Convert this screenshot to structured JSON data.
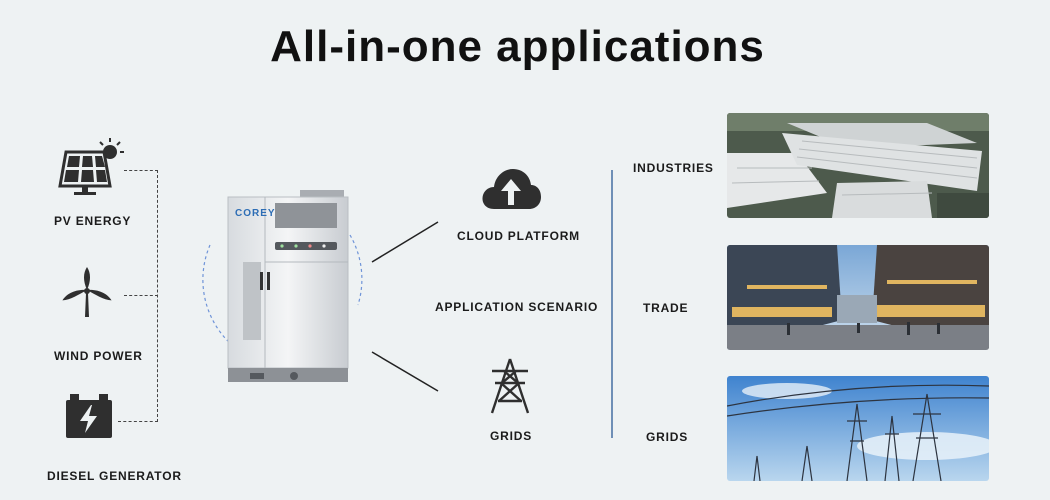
{
  "title": "All-in-one applications",
  "sources": {
    "pv": "PV ENERGY",
    "wind": "WIND POWER",
    "diesel": "DIESEL GENERATOR"
  },
  "cabinet": {
    "brand": "COREY"
  },
  "center": {
    "cloud": "CLOUD PLATFORM",
    "scenario": "APPLICATION SCENARIO",
    "grids": "GRIDS"
  },
  "scenarios": [
    {
      "label": "INDUSTRIES",
      "icon": "factory-rooftops-photo"
    },
    {
      "label": "TRADE",
      "icon": "shopping-street-photo"
    },
    {
      "label": "GRIDS",
      "icon": "power-towers-photo"
    }
  ],
  "colors": {
    "background": "#eef2f3",
    "text": "#1b1b1b",
    "icon": "#2f2f2f",
    "separator": "#6f8fb6",
    "orbit": "#6f94d8"
  }
}
